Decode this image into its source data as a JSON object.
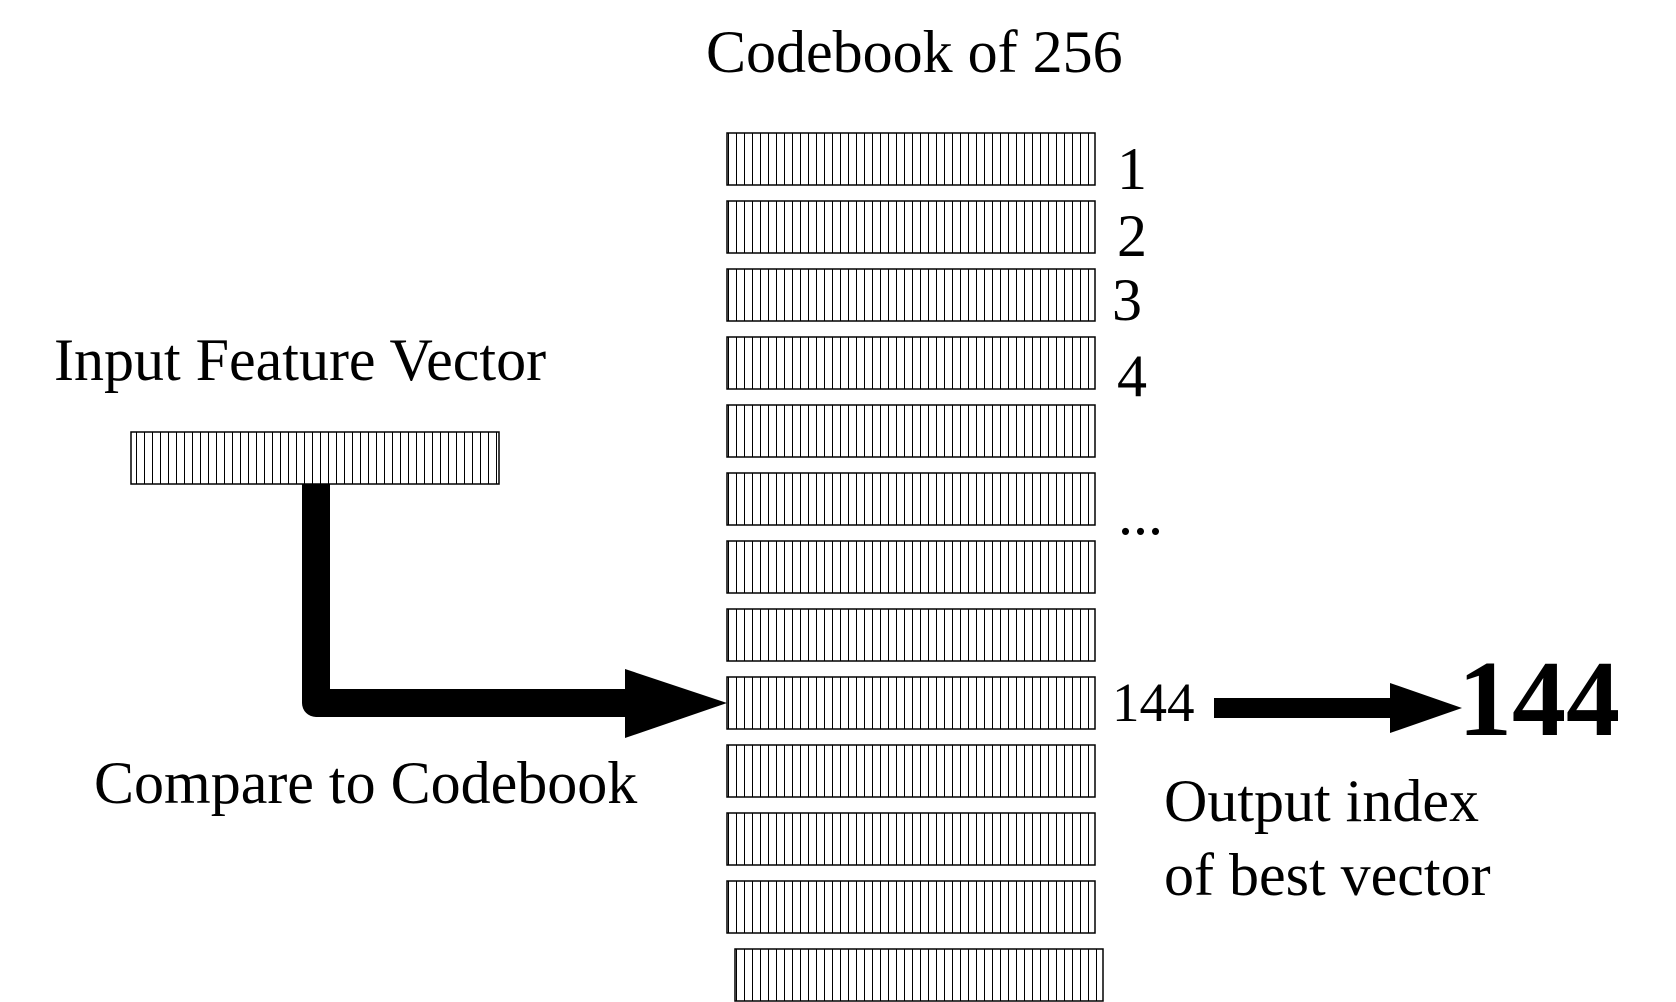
{
  "labels": {
    "codebook_title": "Codebook of 256",
    "input_label": "Input Feature Vector",
    "compare_label": "Compare to Codebook",
    "output_line1": "Output index",
    "output_line2": "of best vector",
    "result_index": "144"
  },
  "codebook": {
    "index_labels": [
      "1",
      "2",
      "3",
      "4",
      "...",
      "144"
    ]
  },
  "colors": {
    "ink": "#000000",
    "background": "#ffffff"
  }
}
